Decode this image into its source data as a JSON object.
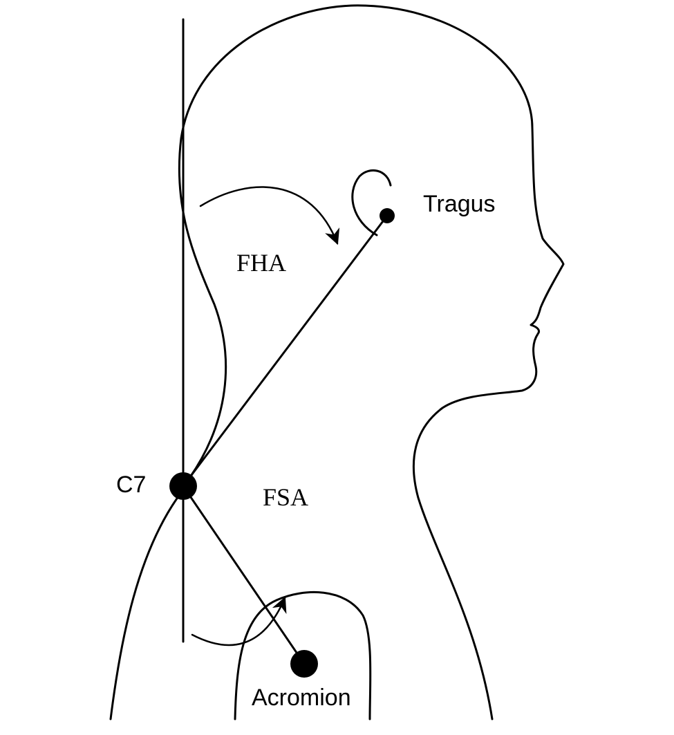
{
  "labels": {
    "tragus": "Tragus",
    "fha": "FHA",
    "c7": "C7",
    "fsa": "FSA",
    "acromion": "Acromion"
  },
  "colors": {
    "ink": "#000000",
    "background": "#ffffff"
  }
}
